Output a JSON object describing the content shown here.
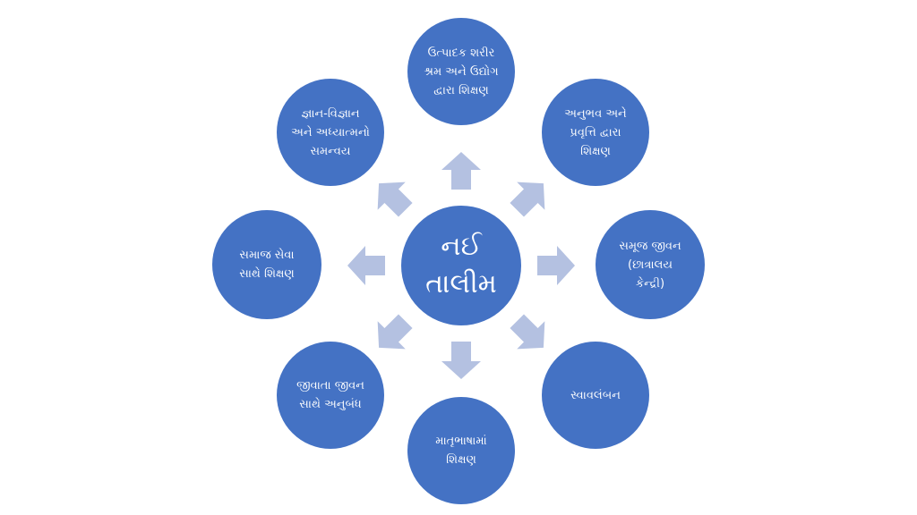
{
  "center": {
    "label": "નઈ\nતાલીમ"
  },
  "nodes": [
    {
      "id": "top",
      "label": "ઉત્પાદક શરીર\nશ્રમ અને ઉદ્યોગ\nદ્વારા શિક્ષણ"
    },
    {
      "id": "top-right",
      "label": "અનુભવ અને\nપ્રવૃત્તિ દ્વારા\nશિક્ષણ"
    },
    {
      "id": "right",
      "label": "સમૂજ જીવન\n(છાત્રાલય\nકેન્દ્રી)"
    },
    {
      "id": "bottom-right",
      "label": "સ્વાવલંબન"
    },
    {
      "id": "bottom",
      "label": "માતૃભાષામાં\nશિક્ષણ"
    },
    {
      "id": "bottom-left",
      "label": "જીવાતા જીવન\nસાથે અનુબંધ"
    },
    {
      "id": "left",
      "label": "સમાજ સેવા\nસાથે શિક્ષણ"
    },
    {
      "id": "top-left",
      "label": "જ્ઞાન-વિજ્ઞાન\nઅને અધ્યાત્મનો\nસમન્વય"
    }
  ],
  "colors": {
    "circle": "#4472c4",
    "arrow": "#b4c1e1",
    "text": "#ffffff"
  }
}
